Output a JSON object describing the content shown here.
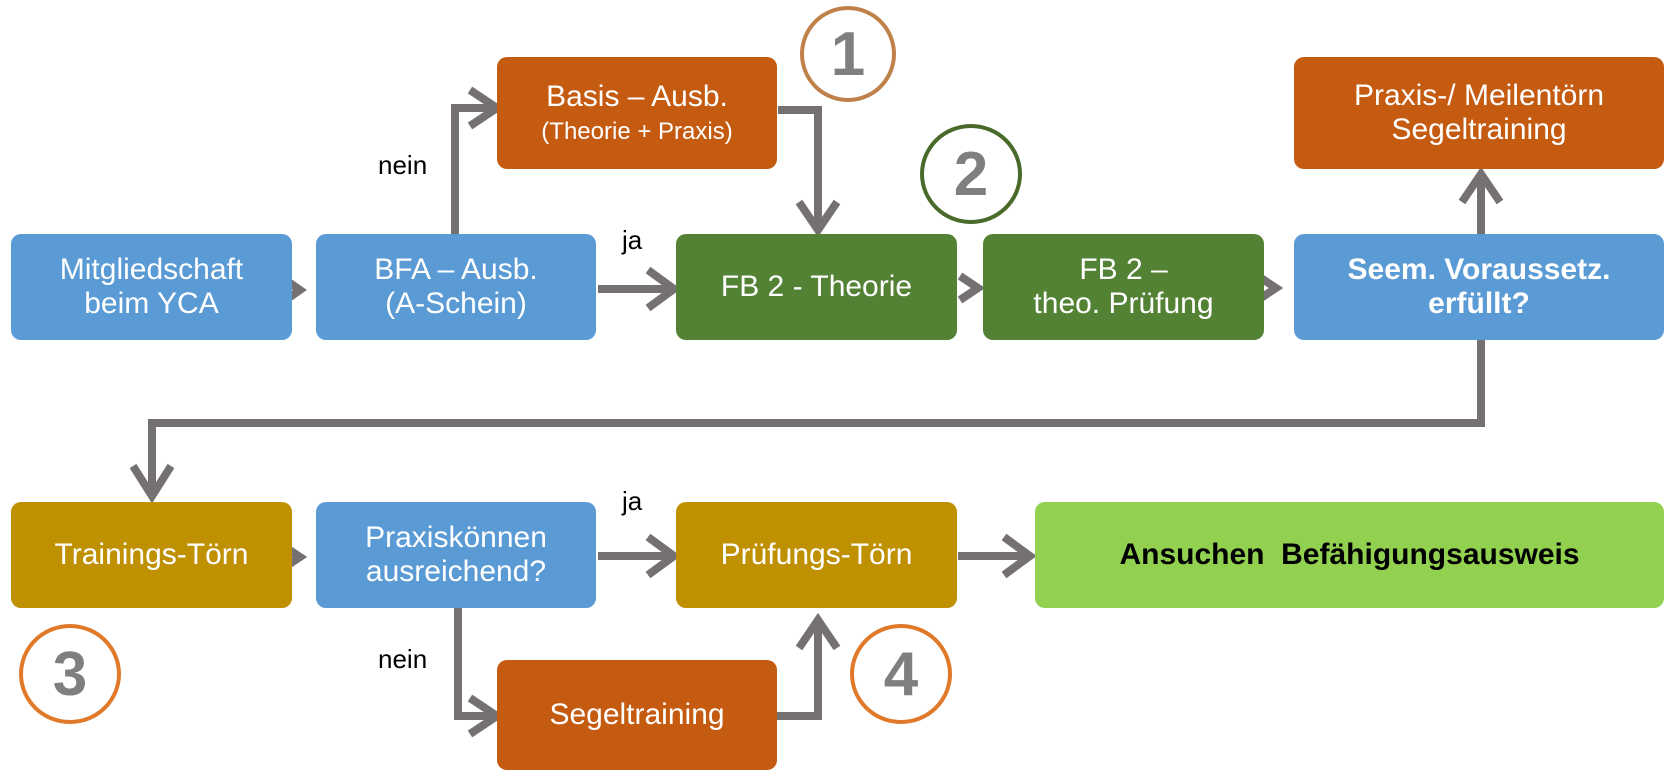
{
  "nodes": {
    "mitgliedschaft": {
      "line1": "Mitgliedschaft",
      "line2": "beim YCA"
    },
    "bfa": {
      "line1": "BFA – Ausb.",
      "line2": "(A-Schein)"
    },
    "basis": {
      "line1": "Basis – Ausb.",
      "line2": "(Theorie + Praxis)"
    },
    "fb2_theorie": {
      "line1": "FB 2 - Theorie"
    },
    "fb2_pruefung": {
      "line1": "FB 2 –",
      "line2": "theo. Prüfung"
    },
    "seem": {
      "line1": "Seem. Voraussetz.",
      "line2": "erfüllt?"
    },
    "praxis_meilen": {
      "line1": "Praxis-/ Meilentörn",
      "line2": "Segeltraining"
    },
    "trainings": {
      "line1": "Trainings-Törn"
    },
    "praxiskoennen": {
      "line1": "Praxiskönnen",
      "line2": "ausreichend?"
    },
    "pruefungs": {
      "line1": "Prüfungs-Törn"
    },
    "ansuchen": {
      "line1": "Ansuchen  Befähigungsausweis"
    },
    "segeltraining": {
      "line1": "Segeltraining"
    }
  },
  "edge_labels": {
    "nein_top": "nein",
    "ja_top": "ja",
    "ja_bottom": "ja",
    "nein_bottom": "nein"
  },
  "step_markers": [
    "1",
    "2",
    "3",
    "4"
  ],
  "colors": {
    "blue": "#5b9bd5",
    "orange": "#c55a11",
    "green": "#548235",
    "gold": "#bf9000",
    "lime": "#92d050",
    "connector": "#767171"
  }
}
